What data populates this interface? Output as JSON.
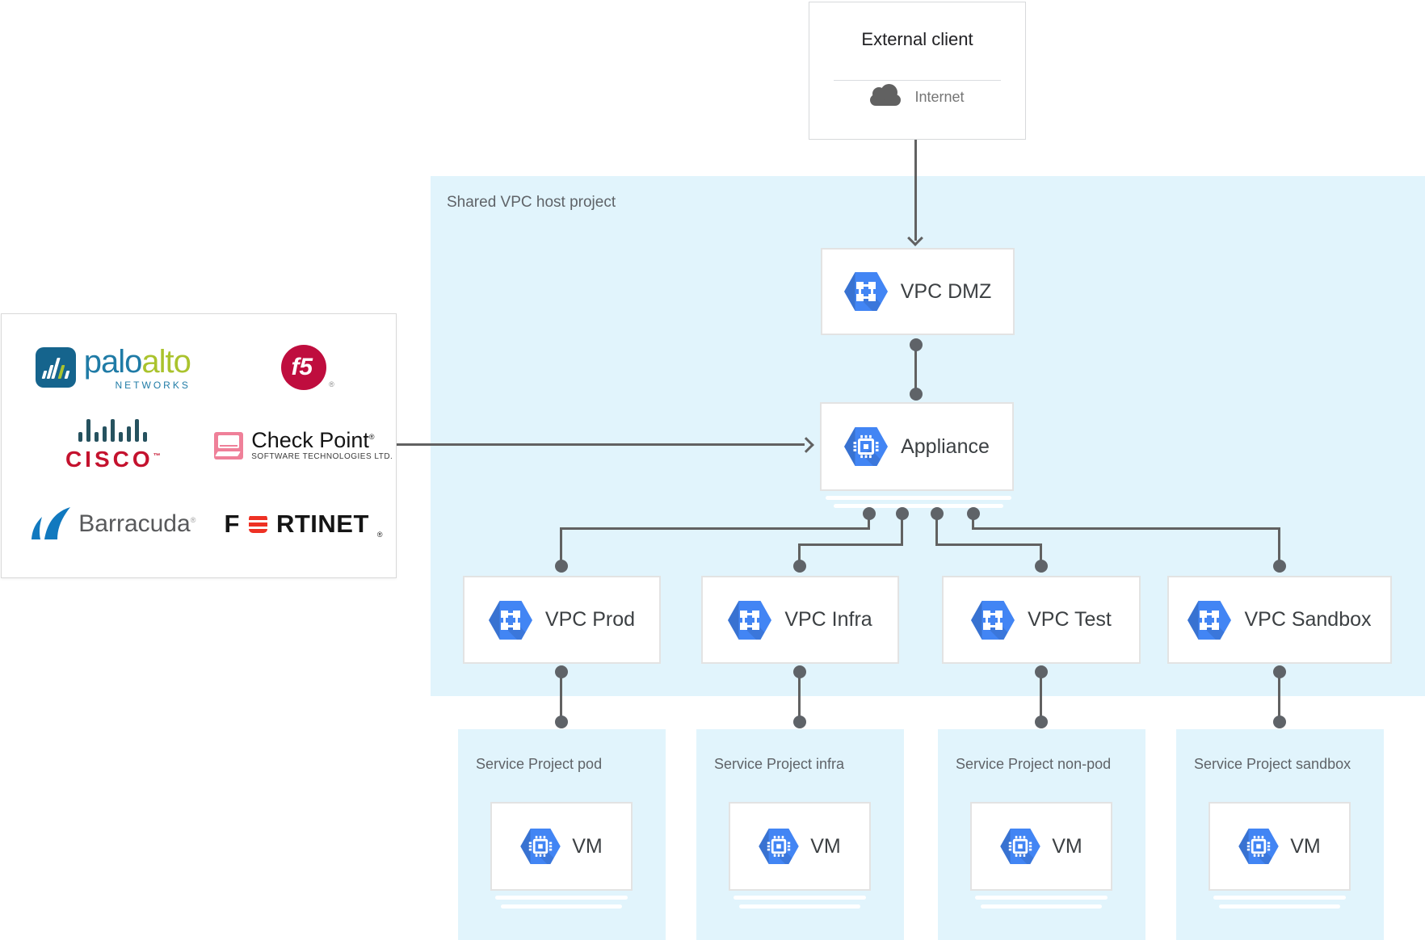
{
  "colors": {
    "canvas-bg": "#ffffff",
    "region-blue": "#e1f4fc",
    "node-border": "#e3e3e3",
    "line-gray": "#616161",
    "dot-gray": "#5f6368",
    "hex-blue": "#4285f4",
    "text-dark": "#3c4043",
    "text-gray": "#5f6368",
    "muted-gray": "#757575",
    "paloalto-blue": "#15648d",
    "paloalto-text": "#1f7ba6",
    "paloalto-green": "#aac32d",
    "f5-red": "#bf0d3e",
    "cisco-bars": "#26525f",
    "cisco-red": "#c4122e",
    "checkpoint-pink": "#ef8099",
    "checkpoint-black": "#141414",
    "barracuda-blue": "#1179bf",
    "barracuda-gray": "#58595b",
    "fortinet-red": "#ee3124",
    "fortinet-black": "#151515"
  },
  "icons": {
    "internet": "cloud",
    "vpc_network": "hexagon-network",
    "compute": "hexagon-chip"
  },
  "external_client": {
    "title": "External client",
    "network_label": "Internet"
  },
  "host_project": {
    "label": "Shared VPC host project"
  },
  "nodes": {
    "dmz": {
      "label": "VPC DMZ"
    },
    "appliance": {
      "label": "Appliance"
    }
  },
  "vpc_row": [
    {
      "label": "VPC Prod"
    },
    {
      "label": "VPC Infra"
    },
    {
      "label": "VPC Test"
    },
    {
      "label": "VPC Sandbox"
    }
  ],
  "service_projects": [
    {
      "label": "Service Project pod",
      "vm_label": "VM"
    },
    {
      "label": "Service Project infra",
      "vm_label": "VM"
    },
    {
      "label": "Service Project non-pod",
      "vm_label": "VM"
    },
    {
      "label": "Service Project sandbox",
      "vm_label": "VM"
    }
  ],
  "vendors": {
    "paloalto": {
      "name": "palo",
      "name2": "alto",
      "sub": "NETWORKS"
    },
    "f5": {
      "text": "f5",
      "mark": "®"
    },
    "cisco": {
      "text": "CISCO",
      "mark": "™"
    },
    "checkpoint": {
      "name": "Check Point",
      "mark": "®",
      "sub": "SOFTWARE TECHNOLOGIES LTD."
    },
    "barracuda": {
      "name": "Barracuda",
      "mark": "®"
    },
    "fortinet": {
      "f": "F",
      "rest": "RTINET",
      "mark": "®"
    }
  }
}
